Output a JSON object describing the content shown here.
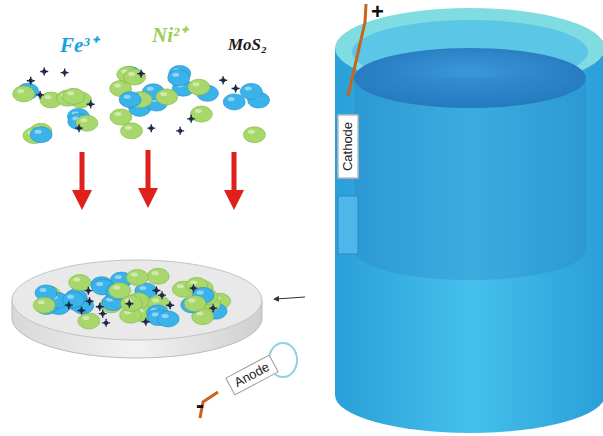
{
  "diagram": {
    "nodes": [
      {
        "text": [
          "Cathode"
        ]
      },
      {
        "text": [
          "Anode"
        ]
      }
    ],
    "labels": [
      "+",
      "-",
      "Fe³⁺",
      "Ni²⁺",
      "MoS₂"
    ]
  }
}
